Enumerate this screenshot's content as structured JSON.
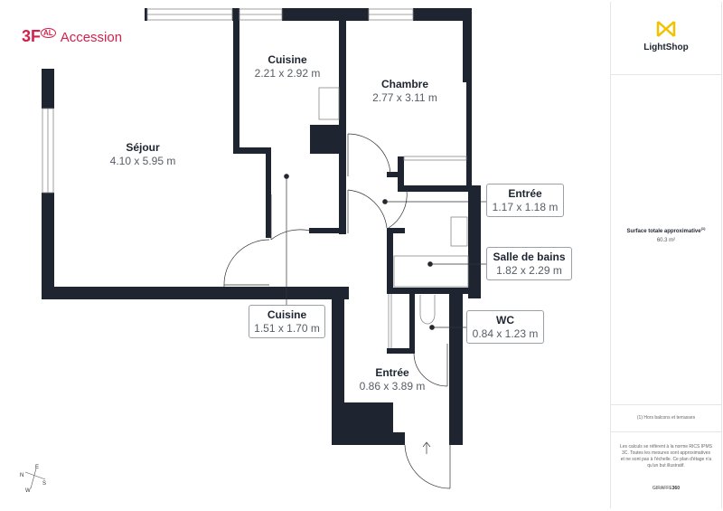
{
  "brand": {
    "logo_main": "3F",
    "logo_badge": "AL",
    "logo_text": "Accession"
  },
  "sidebar": {
    "partner_logo": "LightShop",
    "surface_label": "Surface totale approximative",
    "surface_note_ref": "(1)",
    "surface_value": "60.3 m²",
    "footnote": "(1) Hors balcons et terrasses",
    "disclaimer": "Les calculs se réfèrent à la norme RICS IPMS 3C. Toutes les mesures sont approximatives et ne sont pas à l'échelle. Ce plan d'étage n'a qu'un but illustratif.",
    "credit_a": "GIRAFFE",
    "credit_b": "360"
  },
  "rooms": [
    {
      "name": "Séjour",
      "dims": "4.10 x 5.95 m"
    },
    {
      "name": "Cuisine",
      "dims": "2.21 x 2.92 m"
    },
    {
      "name": "Chambre",
      "dims": "2.77 x 3.11 m"
    },
    {
      "name": "Entrée",
      "dims": "1.17 x 1.18 m"
    },
    {
      "name": "Salle de bains",
      "dims": "1.82 x 2.29 m"
    },
    {
      "name": "Cuisine",
      "dims": "1.51 x 1.70 m"
    },
    {
      "name": "WC",
      "dims": "0.84 x 1.23 m"
    },
    {
      "name": "Entrée",
      "dims": "0.86 x 3.89 m"
    }
  ],
  "compass": {
    "n": "N",
    "e": "E",
    "s": "S",
    "w": "W"
  },
  "colors": {
    "wall": "#1e2530",
    "brand": "#d3214b",
    "partner": "#f2c200"
  }
}
